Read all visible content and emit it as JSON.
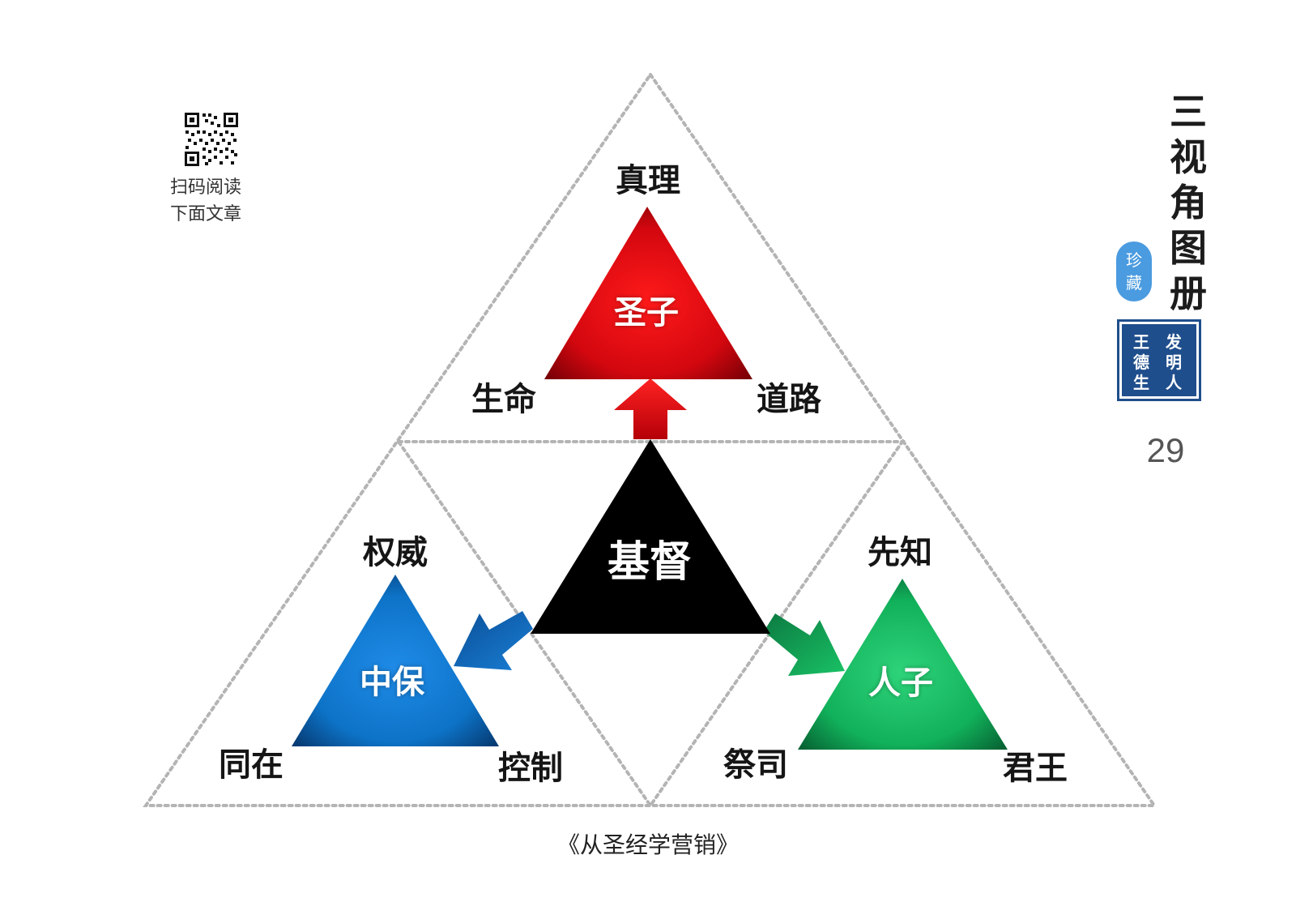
{
  "qr": {
    "caption_line1": "扫码阅读",
    "caption_line2": "下面文章"
  },
  "diagram": {
    "top": {
      "title": "真理",
      "center": "圣子",
      "left": "生命",
      "right": "道路",
      "color": "#d3070f"
    },
    "middle": {
      "center": "基督",
      "color": "#000000"
    },
    "left": {
      "title": "权威",
      "center": "中保",
      "left": "同在",
      "right": "控制",
      "color": "#0d73c7"
    },
    "right": {
      "title": "先知",
      "center": "人子",
      "left": "祭司",
      "right": "君王",
      "color": "#11b05a"
    }
  },
  "source": "《从圣经学营销》",
  "sidebar": {
    "title_chars": [
      "三",
      "视",
      "角",
      "图",
      "册"
    ],
    "badge_chars": [
      "珍",
      "藏"
    ],
    "stamp": {
      "col1": [
        "发",
        "明",
        "人"
      ],
      "col2": [
        "王",
        "德",
        "生"
      ]
    },
    "page_number": "29"
  }
}
